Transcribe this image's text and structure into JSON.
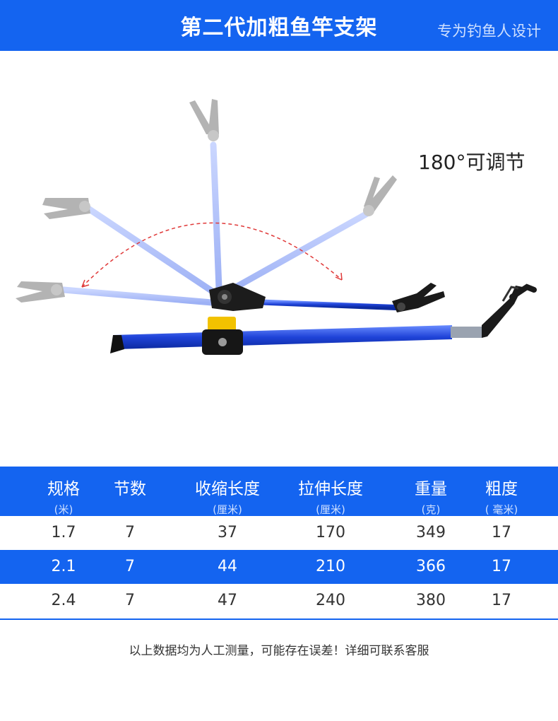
{
  "header": {
    "title": "第二代加粗鱼竿支架",
    "subtitle": "专为钓鱼人设计"
  },
  "annotation": {
    "angle": "180°可调节"
  },
  "table": {
    "headers": [
      {
        "label": "规格",
        "unit": "(米)"
      },
      {
        "label": "节数",
        "unit": ""
      },
      {
        "label": "收缩长度",
        "unit": "(厘米)"
      },
      {
        "label": "拉伸长度",
        "unit": "(厘米)"
      },
      {
        "label": "重量",
        "unit": "(克)"
      },
      {
        "label": "粗度",
        "unit": "( 毫米)"
      }
    ],
    "rows": [
      [
        "1.7",
        "7",
        "37",
        "170",
        "349",
        "17"
      ],
      [
        "2.1",
        "7",
        "44",
        "210",
        "366",
        "17"
      ],
      [
        "2.4",
        "7",
        "47",
        "240",
        "380",
        "17"
      ]
    ]
  },
  "footer": {
    "note": "以上数据均为人工测量，可能存在误差！详细可联系客服"
  },
  "colors": {
    "accent": "#1464f0",
    "rod_blue": "#2a4fd6",
    "knob_yellow": "#f2c200",
    "arc_red": "#e03a3a"
  }
}
